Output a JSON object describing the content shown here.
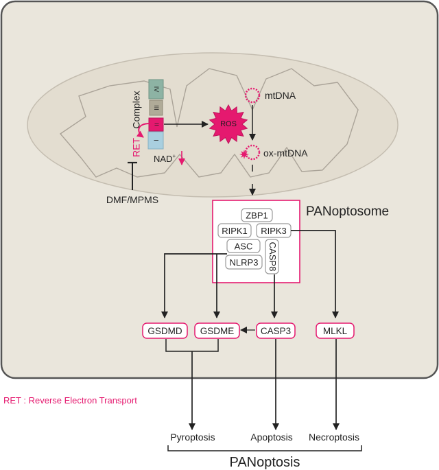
{
  "colors": {
    "cell_fill": "#eae6dc",
    "mito_fill": "#e3ddd0",
    "accent": "#e5196f",
    "complex_iv": "#8db3a4",
    "complex_iii": "#b0ab98",
    "complex_i": "#a9cfdf",
    "line": "#222222"
  },
  "mitochondrion": {
    "complex_title": "Complex",
    "complex_iv_label": "IV",
    "complex_iii_label": "III",
    "complex_ii_label": "II",
    "complex_i_label": "I",
    "ret_label": "RET",
    "nad_label": "NAD",
    "nad_sup": "+",
    "ros_label": "ROS",
    "mtdna_label": "mtDNA",
    "oxmtdna_label": "ox-mtDNA"
  },
  "inhibitor": {
    "label": "DMF/MPMS"
  },
  "panoptosome": {
    "title": "PANoptosome",
    "components": [
      "ZBP1",
      "RIPK1",
      "RIPK3",
      "ASC",
      "NLRP3",
      "CASP8"
    ]
  },
  "effectors": [
    "GSDMD",
    "GSDME",
    "CASP3",
    "MLKL"
  ],
  "outcomes": [
    "Pyroptosis",
    "Apoptosis",
    "Necroptosis"
  ],
  "summary_label": "PANoptosis",
  "legend": "RET : Reverse Electron Transport"
}
